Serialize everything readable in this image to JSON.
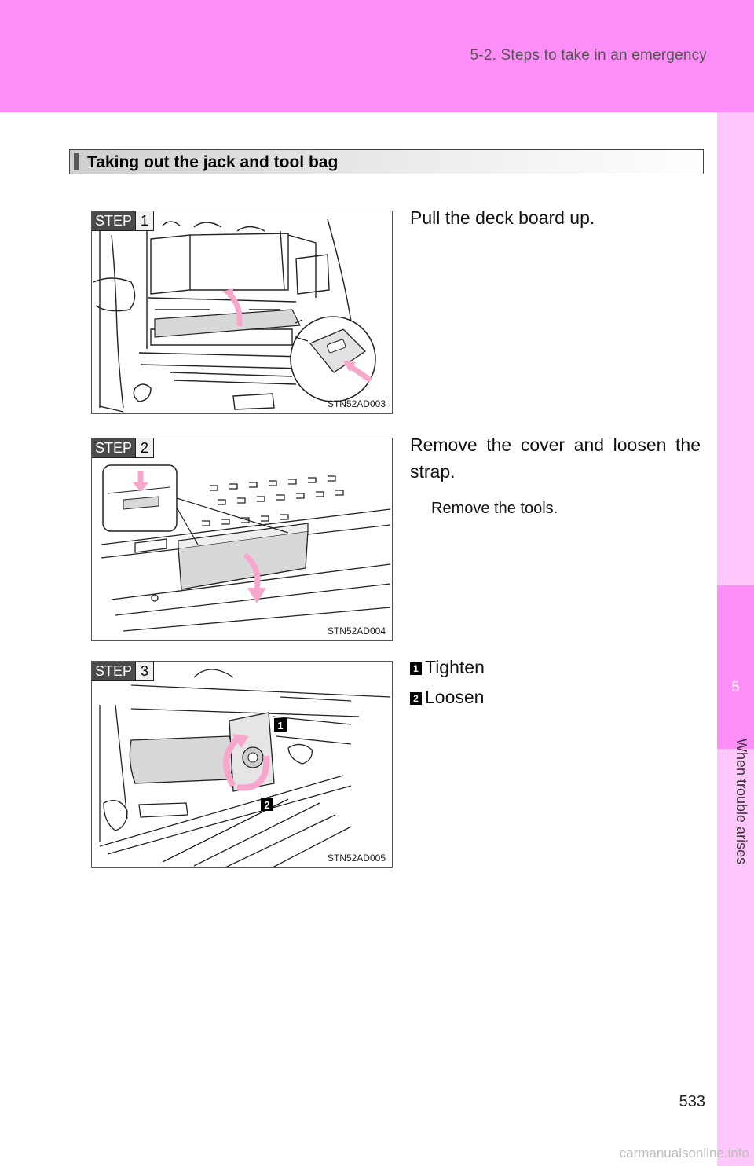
{
  "header": {
    "title": "5-2. Steps to take in an emergency"
  },
  "side_tab": {
    "chapter_number": "5",
    "chapter_label": "When trouble arises"
  },
  "section": {
    "heading": "Taking out the jack and tool bag"
  },
  "steps": [
    {
      "label": "STEP",
      "number": "1",
      "figure_code": "STN52AD003",
      "text": "Pull the deck board up."
    },
    {
      "label": "STEP",
      "number": "2",
      "figure_code": "STN52AD004",
      "text": "Remove the cover and loosen the strap.",
      "subtext": "Remove the tools."
    },
    {
      "label": "STEP",
      "number": "3",
      "figure_code": "STN52AD005",
      "items": [
        {
          "marker": "1",
          "text": "Tighten"
        },
        {
          "marker": "2",
          "text": "Loosen"
        }
      ]
    }
  ],
  "page_number": "533",
  "watermark": "carmanualsonline.info",
  "colors": {
    "header": "#ff8ef8",
    "side_tab": "#ffc7fb",
    "arrow": "#f8a7cc"
  }
}
